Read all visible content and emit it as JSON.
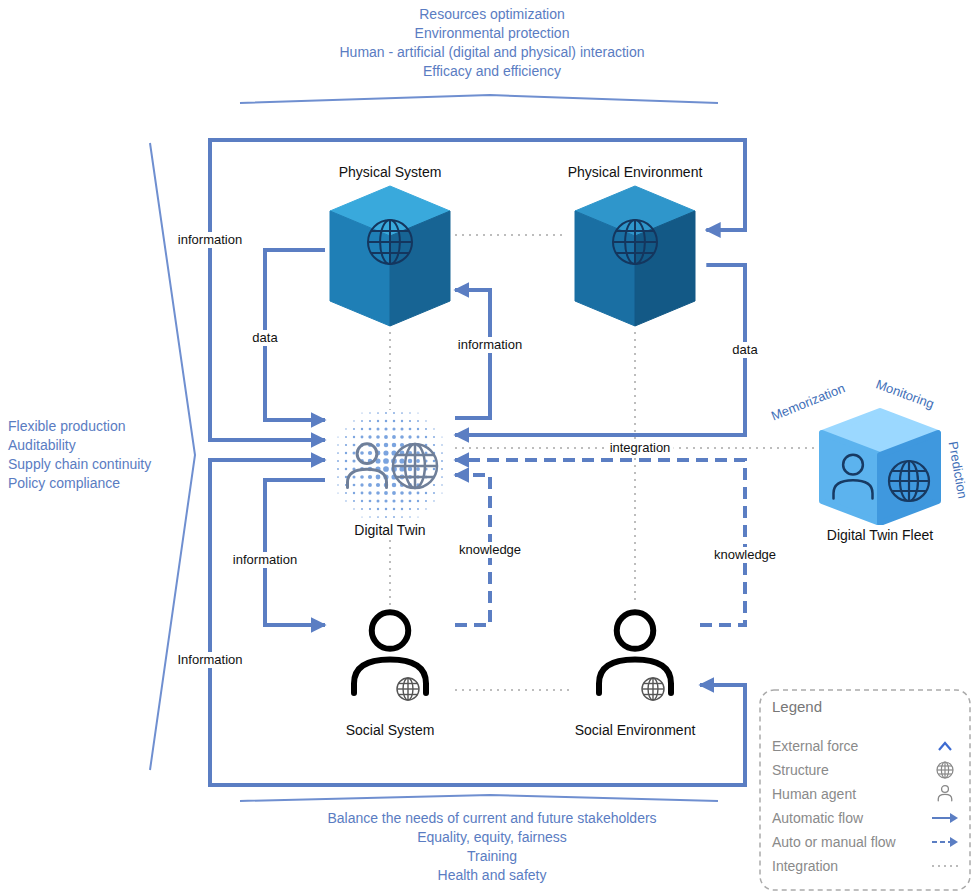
{
  "diagram": {
    "nodes": [
      {
        "text": [
          "Physical System"
        ]
      },
      {
        "text": [
          "Physical Environment"
        ]
      },
      {
        "text": [
          "Digital Twin"
        ]
      },
      {
        "text": [
          "Digital Twin Fleet"
        ]
      },
      {
        "text": [
          "Social System"
        ]
      },
      {
        "text": [
          "Social Environment"
        ]
      }
    ],
    "edges": [
      {
        "from": 0,
        "to": 2,
        "label": "data",
        "arrow": "to"
      },
      {
        "from": 2,
        "to": 0,
        "label": "information",
        "arrow": "to"
      },
      {
        "from": 1,
        "to": 2,
        "label": "data",
        "arrow": "to"
      },
      {
        "from": 2,
        "to": 1,
        "label": "information",
        "arrow": "both"
      },
      {
        "from": 2,
        "to": 4,
        "label": "information",
        "arrow": "to"
      },
      {
        "from": 4,
        "to": 2,
        "label": "knowledge",
        "arrow": "to"
      },
      {
        "from": 5,
        "to": 2,
        "label": "knowledge",
        "arrow": "to"
      },
      {
        "from": 2,
        "to": 5,
        "label": "Information",
        "arrow": "both"
      },
      {
        "from": 0,
        "to": 1,
        "arrow": "none"
      },
      {
        "from": 0,
        "to": 2,
        "arrow": "none"
      },
      {
        "from": 1,
        "to": 5,
        "arrow": "none"
      },
      {
        "from": 2,
        "to": 3,
        "label": "integration",
        "arrow": "none"
      },
      {
        "from": 2,
        "to": 4,
        "arrow": "none"
      },
      {
        "from": 4,
        "to": 5,
        "arrow": "none"
      }
    ],
    "labels": [
      "Resources optimization",
      "Environmental protection",
      "Human - artificial (digital and physical) interaction",
      "Efficacy and efficiency",
      "Flexible production",
      "Auditability",
      "Supply chain continuity",
      "Policy compliance",
      "Balance the needs of current and future stakeholders",
      "Equality, equity, fairness",
      "Training",
      "Health and safety",
      "Memorization",
      "Monitoring",
      "Prediction",
      "Legend"
    ],
    "legend": [
      {
        "text": "External force"
      },
      {
        "text": "Structure"
      },
      {
        "text": "Human agent"
      },
      {
        "text": "Automatic flow"
      },
      {
        "text": "Auto or manual flow"
      },
      {
        "text": "Integration"
      }
    ]
  }
}
